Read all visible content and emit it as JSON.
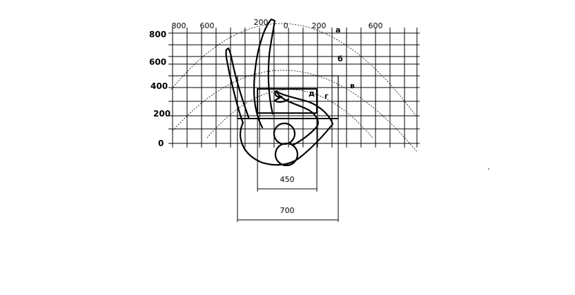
{
  "diagram": {
    "x_axis_labels": [
      "800",
      "600",
      "200",
      "0",
      "200",
      "600"
    ],
    "y_axis_labels": [
      "800",
      "600",
      "400",
      "200",
      "0"
    ],
    "zone_labels": [
      "а",
      "б",
      "в",
      "г",
      "д"
    ],
    "dimension_inner": "450",
    "dimension_outer": "700"
  }
}
